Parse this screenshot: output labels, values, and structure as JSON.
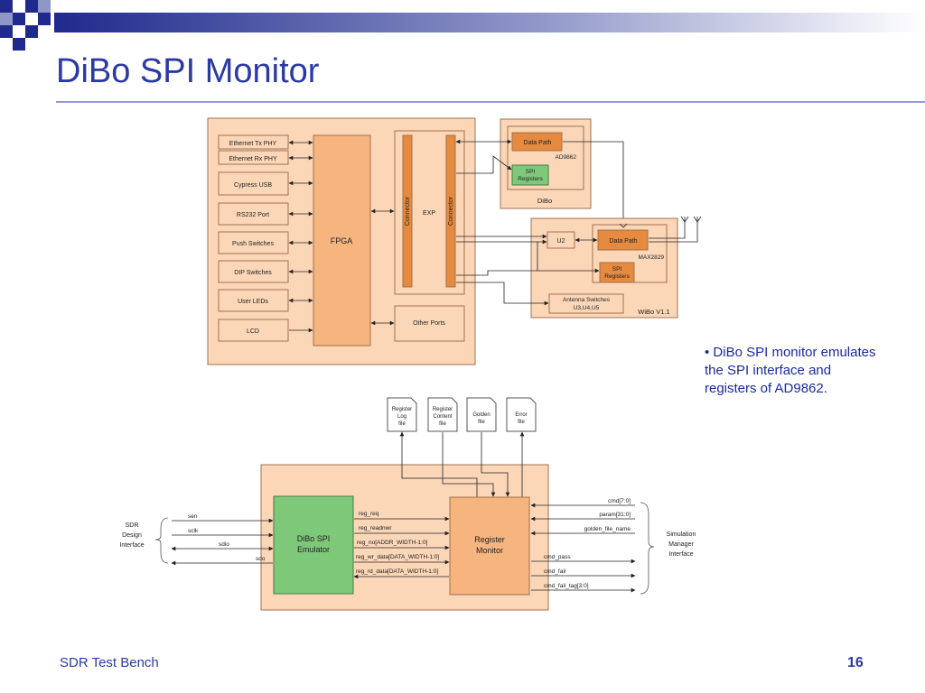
{
  "slide": {
    "title": "DiBo SPI Monitor",
    "bullet": "• DiBo SPI monitor emulates the SPI interface and registers of AD9862.",
    "footer": "SDR Test Bench",
    "page_number": "16"
  },
  "colors": {
    "title": "#2b3aa3",
    "panel_fill": "#fbd7b8",
    "block_fill": "#f6b47f",
    "connector_fill": "#e58a3e",
    "green_block": "#7ec87a",
    "header_band_dark": "#1f2a8c"
  },
  "board": {
    "left_ports": [
      "Ethernet Tx PHY",
      "Ethernet Rx PHY",
      "Cypress USB",
      "RS232 Port",
      "Push Switches",
      "DIP Switches",
      "User LEDs",
      "LCD"
    ],
    "fpga": "FPGA",
    "exp": "EXP",
    "connector": "Connector",
    "other_ports": "Other Ports"
  },
  "dibo": {
    "label": "DiBo",
    "data_path": "Data Path",
    "chip": "AD9862",
    "spi_line1": "SPI",
    "spi_line2": "Registers"
  },
  "wibo": {
    "label": "WiBo V1.1",
    "u2": "U2",
    "data_path": "Data Path",
    "chip": "MAX2829",
    "spi_line1": "SPI",
    "spi_line2": "Registers",
    "ant_line1": "Antenna Switches",
    "ant_line2": "U3,U4,U5"
  },
  "files": [
    {
      "lines": [
        "Register",
        "Log",
        "file"
      ]
    },
    {
      "lines": [
        "Register",
        "Content",
        "file"
      ]
    },
    {
      "lines": [
        "Golden",
        "file"
      ]
    },
    {
      "lines": [
        "Error",
        "file"
      ]
    }
  ],
  "emulator": {
    "line1": "DiBo SPI",
    "line2": "Emulator"
  },
  "monitor": {
    "line1": "Register",
    "line2": "Monitor"
  },
  "sdr_interface": [
    "SDR",
    "Design",
    "Interface"
  ],
  "sim_interface": [
    "Simulation",
    "Manager",
    "Interface"
  ],
  "spi_signals": [
    "sen",
    "sclk",
    "sdio",
    "sdo"
  ],
  "internal_signals": [
    "reg_req",
    "reg_readnwr",
    "reg_no[ADDR_WIDTH-1:0]",
    "reg_wr_data[DATA_WIDTH-1:0]",
    "reg_rd_data[DATA_WIDTH-1:0]"
  ],
  "sim_inputs": [
    "cmd[7:0]",
    "param[31:0]",
    "golden_file_name"
  ],
  "sim_outputs": [
    "cmd_pass",
    "cmd_fail",
    "cmd_fail_tag[3:0]"
  ]
}
